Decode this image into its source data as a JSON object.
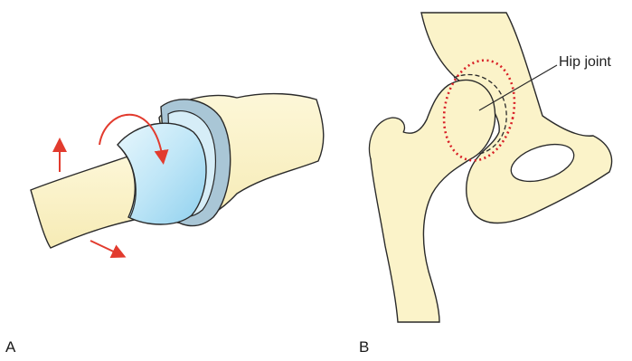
{
  "panels": {
    "a": {
      "label": "A"
    },
    "b": {
      "label": "B",
      "callout": "Hip joint"
    }
  },
  "colors": {
    "bone": "#fbf3c9",
    "bone_outline": "#2a2a2a",
    "cartilage": "#bfe6f7",
    "arrow": "#e23b2e",
    "joint_outline": "#d81f26"
  }
}
